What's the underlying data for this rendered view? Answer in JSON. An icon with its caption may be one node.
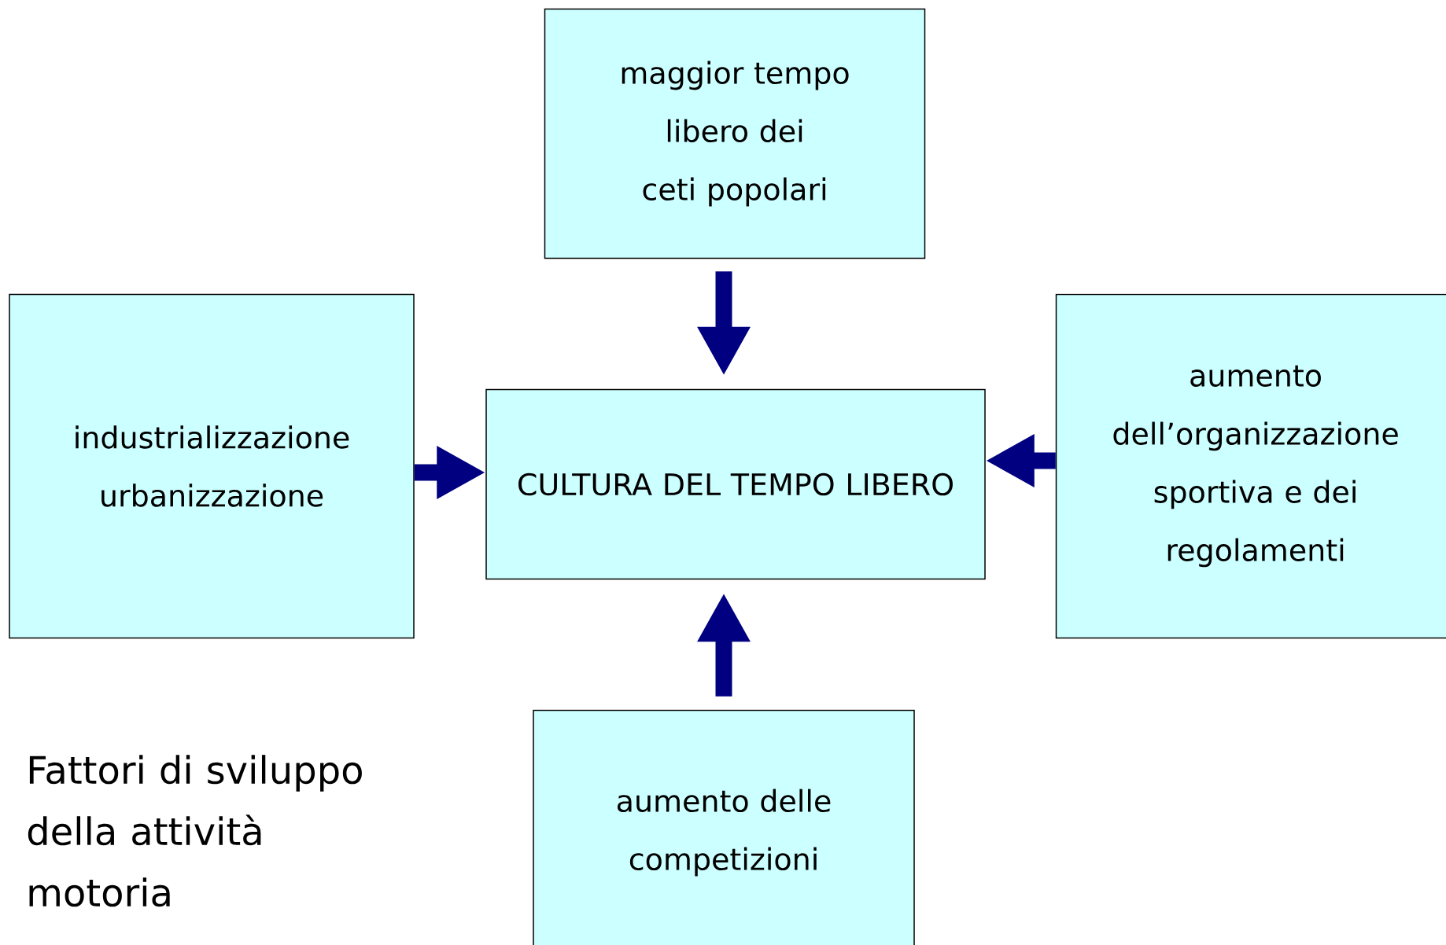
{
  "diagram": {
    "title": "Fattori di sviluppo della attività motoria",
    "nodes": [
      {
        "text": [
          "maggior tempo libero dei ceti popolari"
        ]
      },
      {
        "text": [
          "industrializzazione urbanizzazione"
        ]
      },
      {
        "text": [
          "CULTURA DEL TEMPO LIBERO"
        ]
      },
      {
        "text": [
          "aumento dell’organizzazione sportiva e dei regolamenti"
        ]
      },
      {
        "text": [
          "aumento delle competizioni"
        ]
      }
    ],
    "edges": [
      {
        "from": 0,
        "to": 2,
        "arrow": "to"
      },
      {
        "from": 1,
        "to": 2,
        "arrow": "to"
      },
      {
        "from": 3,
        "to": 2,
        "arrow": "to"
      },
      {
        "from": 4,
        "to": 2,
        "arrow": "to"
      }
    ]
  }
}
